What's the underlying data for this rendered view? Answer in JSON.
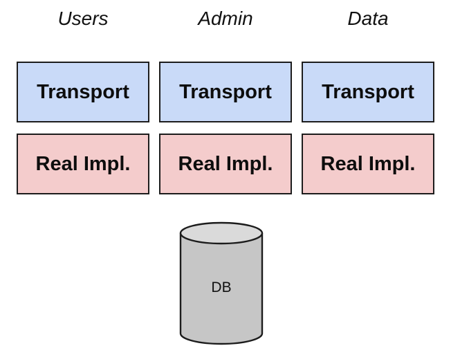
{
  "diagram": {
    "columns": [
      {
        "header": "Users",
        "transport_label": "Transport",
        "impl_label": "Real Impl."
      },
      {
        "header": "Admin",
        "transport_label": "Transport",
        "impl_label": "Real Impl."
      },
      {
        "header": "Data",
        "transport_label": "Transport",
        "impl_label": "Real Impl."
      }
    ],
    "database": {
      "label": "DB"
    },
    "colors": {
      "transport_fill": "#c9daf8",
      "impl_fill": "#f4cccc",
      "db_body_fill": "#c6c6c6",
      "db_top_fill": "#dadada",
      "stroke": "#1c1c1c"
    }
  }
}
